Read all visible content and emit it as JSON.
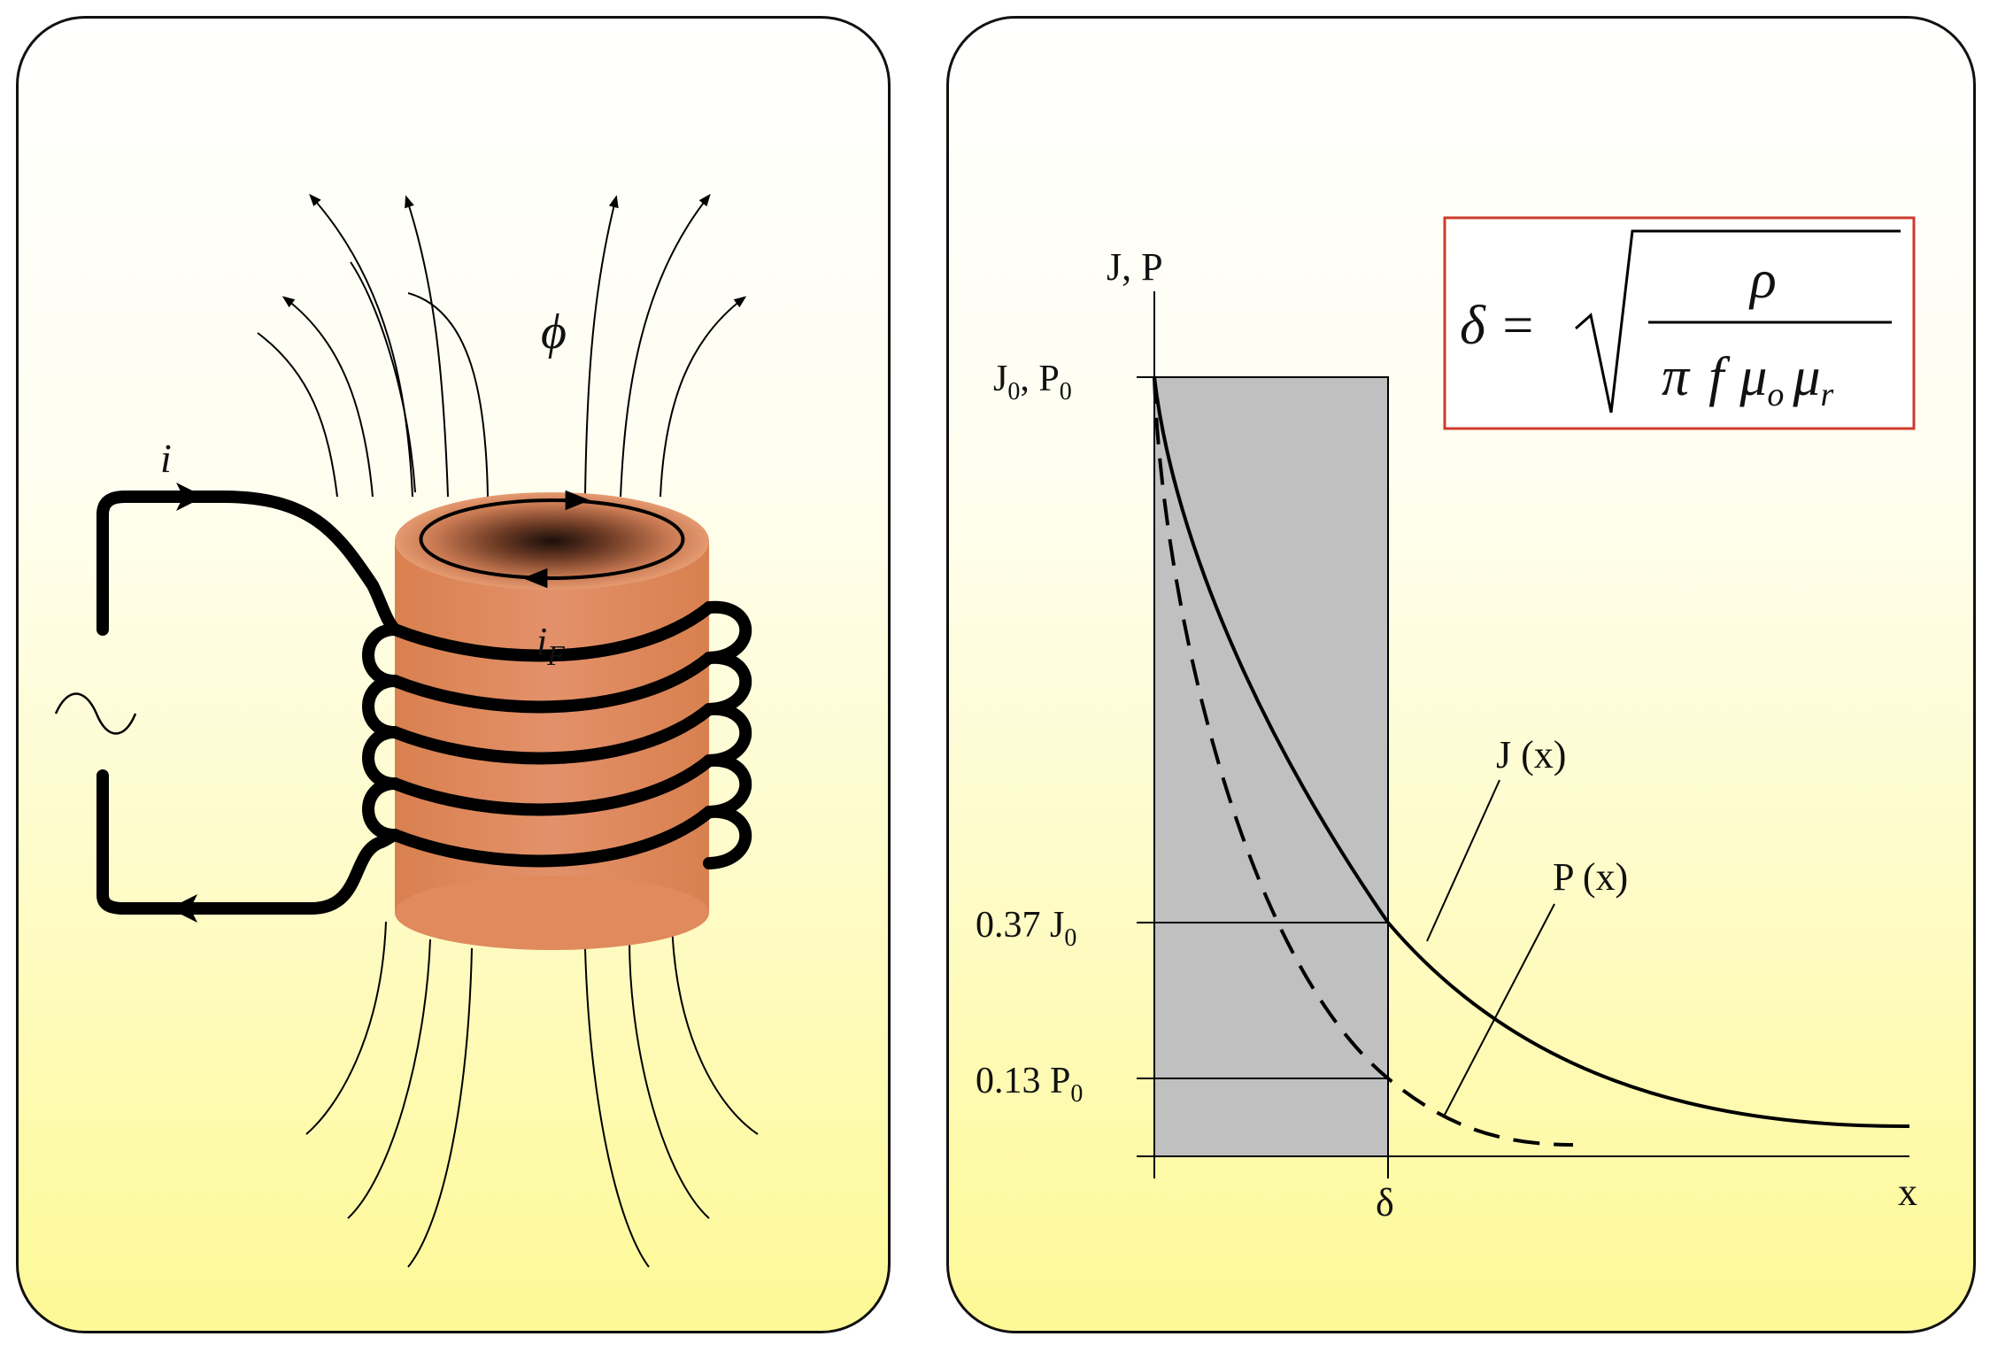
{
  "left_panel": {
    "current_label": "i",
    "flux_label": "ϕ",
    "eddy_current_label": "i",
    "eddy_current_sub": "F",
    "ac_source_symbol": "~",
    "colors": {
      "cylinder": "#e08a5e",
      "coil": "#000000",
      "background_bottom": "#fdf996"
    }
  },
  "right_panel": {
    "y_axis_label": "J,  P",
    "x_axis_label": "x",
    "delta_tick_label": "δ",
    "j0_p0_label": "J",
    "j0_p0_sub": "0",
    "j0_p0_label2": ", P",
    "j0_p0_sub2": "0",
    "j037_label": "0.37 J",
    "j037_sub": "0",
    "p013_label": "0.13 P",
    "p013_sub": "0",
    "jx_label": "J (x)",
    "px_label": "P (x)",
    "formula": {
      "lhs": "δ =",
      "numerator": "ρ",
      "den_pi": "π",
      "den_f": "f",
      "den_mu": "μ",
      "den_mu_sub_o": "o",
      "den_mu2": "μ",
      "den_mu_sub_r": "r"
    },
    "colors": {
      "skin_region": "#c0c0c0",
      "formula_border": "#cc3b2b"
    }
  }
}
